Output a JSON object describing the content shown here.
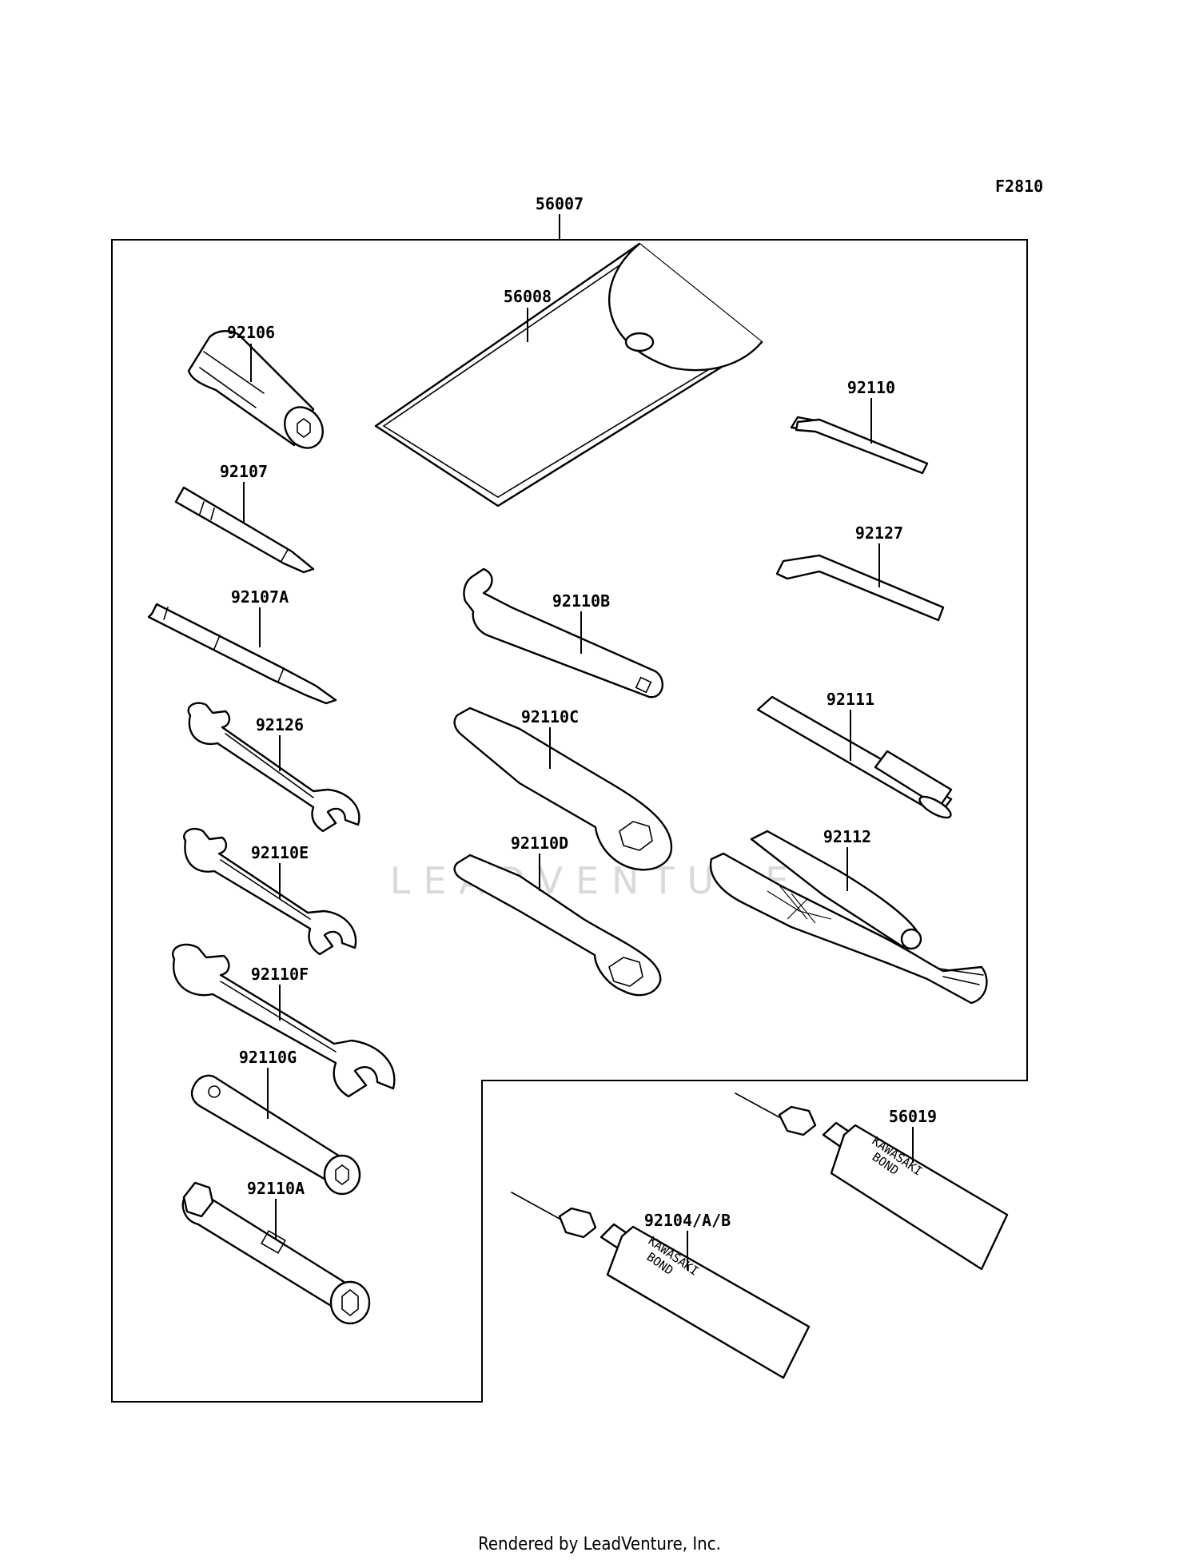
{
  "figure_code": "F2810",
  "watermark": "LEADVENTURE",
  "footer": "Rendered by LeadVenture, Inc.",
  "tube_brand": "KAWASAKI",
  "tube_product": "BOND",
  "parts": {
    "toolkit": "56007",
    "pouch": "56008",
    "socket": "92106",
    "screwdriver_bit": "92107",
    "screwdriver_handle": "92107A",
    "hex_key_small": "92110",
    "hex_key_large": "92127",
    "spanner_hook": "92110B",
    "ring_wrench_c": "92110C",
    "ring_wrench_d": "92110D",
    "handle_bar": "92111",
    "pliers": "92112",
    "wrench_92126": "92126",
    "wrench_92110e": "92110E",
    "wrench_92110f": "92110F",
    "plug_wrench_g": "92110G",
    "plug_wrench_a": "92110A",
    "bond_56019": "56019",
    "bond_92104": "92104/A/B"
  }
}
